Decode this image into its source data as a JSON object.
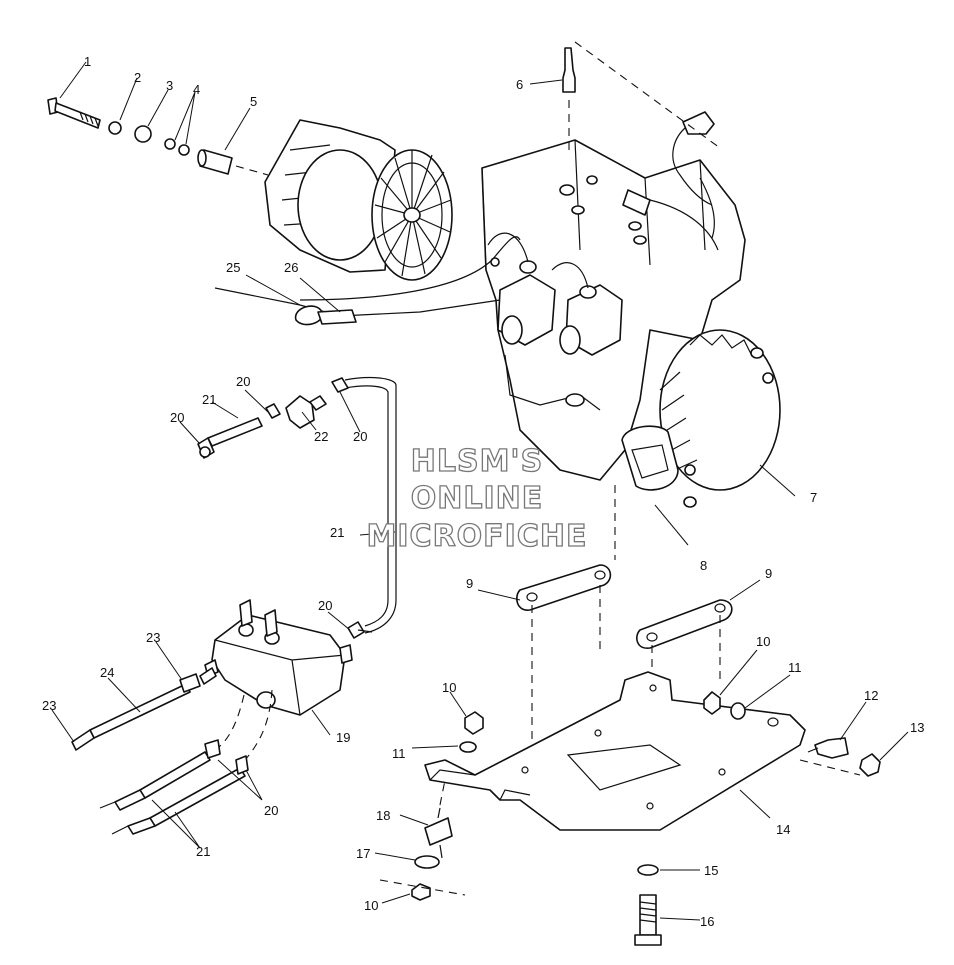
{
  "watermark": {
    "line1": "HLSM'S",
    "line2": "ONLINE",
    "line3": "MICROFICHE"
  },
  "callouts": [
    "1",
    "2",
    "3",
    "4",
    "5",
    "6",
    "7",
    "8",
    "9",
    "9",
    "10",
    "10",
    "10",
    "11",
    "11",
    "12",
    "13",
    "14",
    "15",
    "16",
    "17",
    "18",
    "19",
    "20",
    "20",
    "20",
    "20",
    "20",
    "21",
    "21",
    "21",
    "22",
    "23",
    "23",
    "24",
    "25",
    "26"
  ]
}
